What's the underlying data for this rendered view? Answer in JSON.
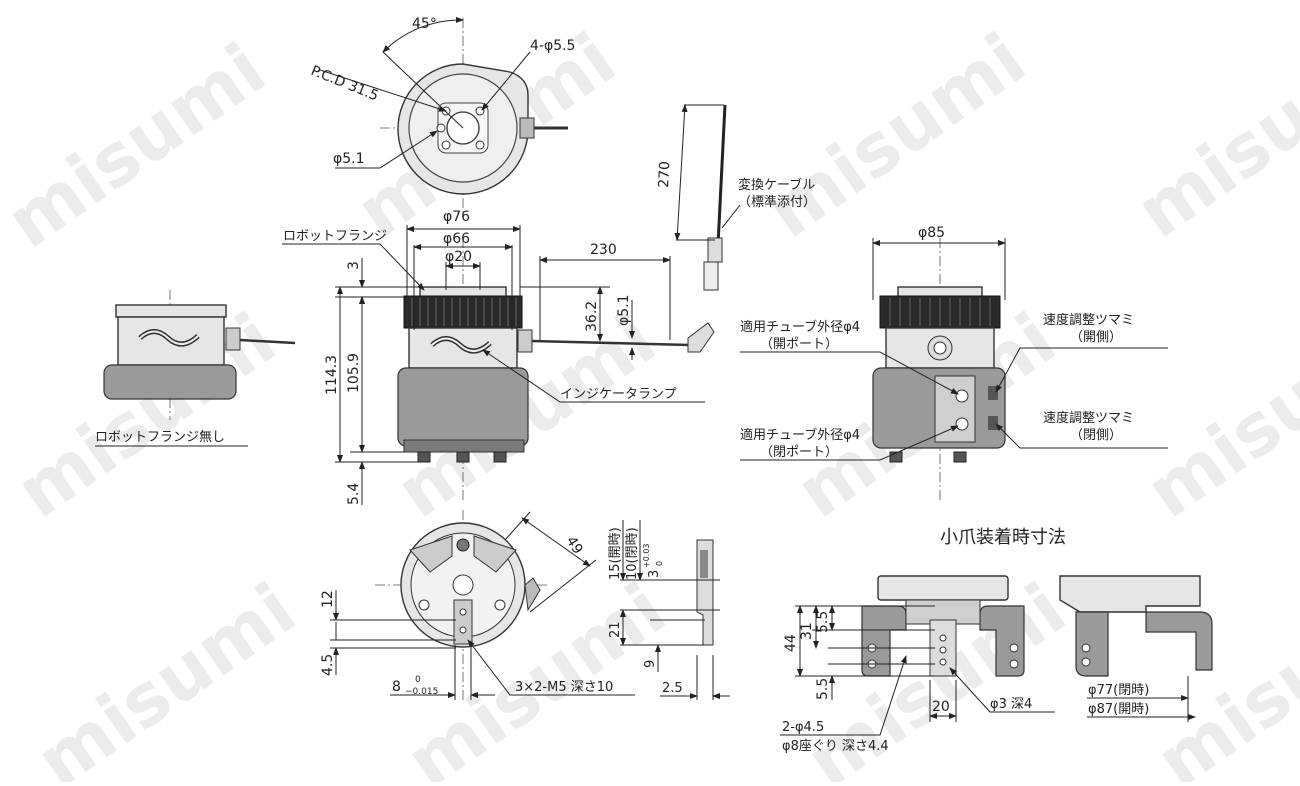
{
  "watermark": "misumi",
  "top_view": {
    "angle": "45°",
    "holes": "4-φ5.5",
    "pcd": "P.C.D 31.5",
    "pin": "φ5.1"
  },
  "cable": {
    "length": "270",
    "label_line1": "変換ケーブル",
    "label_line2": "（標準添付）"
  },
  "front_view": {
    "flange_label": "ロボットフランジ",
    "dia_76": "φ76",
    "dia_66": "φ66",
    "dia_20": "φ20",
    "len_230": "230",
    "h_3": "3",
    "h_114": "114.3",
    "h_105": "105.9",
    "h_54": "5.4",
    "h_362": "36.2",
    "dia_51": "φ5.1",
    "lamp_label": "インジケータランプ"
  },
  "no_flange_label": "ロボットフランジ無し",
  "side_view": {
    "dia_85": "φ85",
    "tube_open_1": "適用チューブ外径φ4",
    "tube_open_2": "（開ポート）",
    "tube_close_1": "適用チューブ外径φ4",
    "tube_close_2": "（閉ポート）",
    "knob_open_1": "速度調整ツマミ",
    "knob_open_2": "（開側）",
    "knob_close_1": "速度調整ツマミ",
    "knob_close_2": "（閉側）"
  },
  "bottom_view": {
    "d49": "49",
    "d12": "12",
    "d45": "4.5",
    "tol_label": "8",
    "tol_upper": "0",
    "tol_lower": "−0.015",
    "tap": "3×2-M5 深さ10"
  },
  "jaw_side": {
    "open": "15(開時)",
    "close": "10(閉時)",
    "h3": "3",
    "h3_upper": "+0.03",
    "h3_lower": "0",
    "d21": "21",
    "d9": "9",
    "d25": "2.5"
  },
  "small_jaw": {
    "title": "小爪装着時寸法",
    "d44": "44",
    "d31": "31",
    "d55a": "5.5",
    "d55b": "5.5",
    "d20": "20",
    "hole3": "φ3 深4",
    "cb_1": "2-φ4.5",
    "cb_2": "φ8座ぐり 深さ4.4",
    "close77": "φ77(閉時)",
    "open87": "φ87(開時)"
  }
}
